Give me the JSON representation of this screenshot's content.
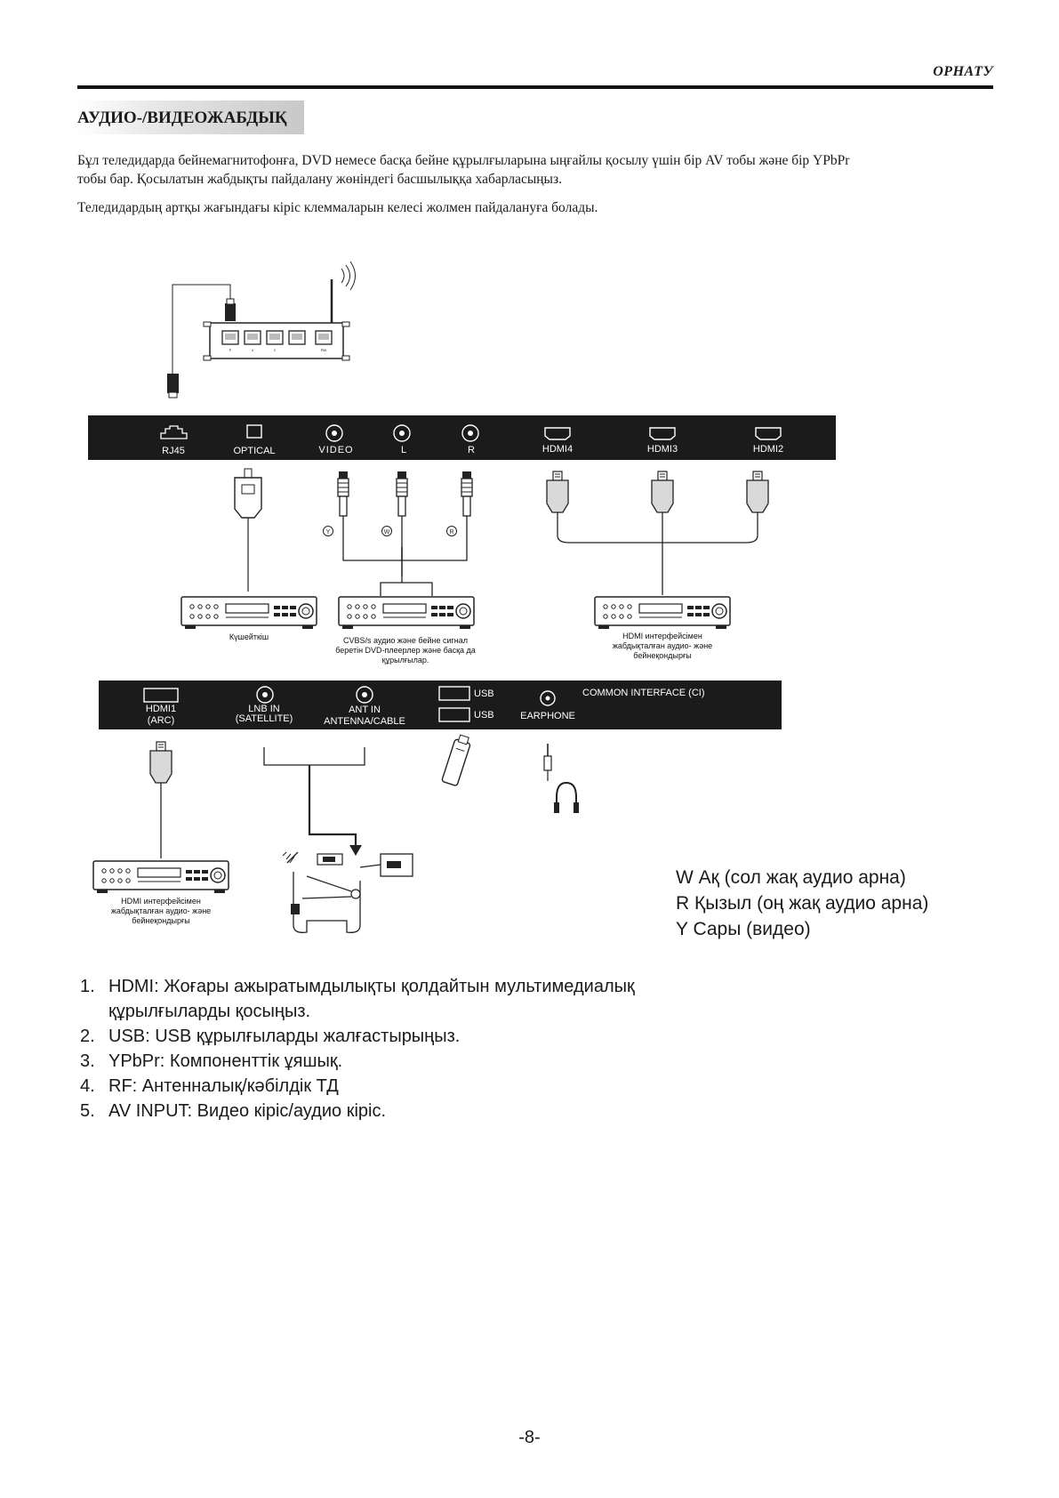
{
  "header": {
    "title": "ОРНАТУ"
  },
  "section": {
    "title": "АУДИО-/ВИДЕОЖАБДЫҚ"
  },
  "paragraphs": {
    "p1_line1": "Бұл теледидарда бейнемагнитофонға, DVD немесе басқа бейне құрылғыларына ыңғайлы қосылу үшін бір AV тобы және бір YPbPr",
    "p1_line2": "тобы бар. Қосылатын жабдықты пайдалану жөніндегі басшылыққа хабарласыңыз.",
    "p2": "Теледидардың артқы жағындағы кіріс клеммаларын келесі жолмен пайдалануға болады."
  },
  "top_panel": {
    "rj45": "RJ45",
    "optical": "OPTICAL",
    "video": "VIDEO",
    "l": "L",
    "r": "R",
    "hdmi4": "HDMI4",
    "hdmi3": "HDMI3",
    "hdmi2": "HDMI2"
  },
  "rca_marks": {
    "y": "Y",
    "w": "W",
    "r": "R"
  },
  "router": {
    "ports": [
      "P",
      "4",
      "2",
      "",
      "RW"
    ]
  },
  "devices": {
    "amplifier": "Күшейткіш",
    "dvd_line1": "CVBS/s аудио және бейне сигнал",
    "dvd_line2": "беретін DVD-плеерлер және басқа да",
    "dvd_line3": "құрылғылар.",
    "hdmi_top_line1": "HDMI интерфейсімен",
    "hdmi_top_line2": "жабдықталған аудио- және",
    "hdmi_top_line3": "бейнеқондырғы",
    "hdmi_bottom_line1": "HDMI интерфейсімен",
    "hdmi_bottom_line2": "жабдықталған аудио- және",
    "hdmi_bottom_line3": "бейнеқондырғы"
  },
  "bottom_panel": {
    "hdmi1_line1": "HDMI1",
    "hdmi1_line2": "(ARC)",
    "lnb_line1": "LNB IN",
    "lnb_line2": "(SATELLITE)",
    "ant_line1": "ANT IN",
    "ant_line2": "ANTENNA/CABLE",
    "usb1": "USB",
    "usb2": "USB",
    "earphone": "EARPHONE",
    "ci": "COMMON  INTERFACE (CI)"
  },
  "legend": {
    "w": "W Ақ (сол жақ аудио арна)",
    "r": "R Қызыл (оң жақ аудио арна)",
    "y": "Y Сары (видео)"
  },
  "list": [
    {
      "num": "1.",
      "line1": "HDMI: Жоғары ажыратымдылықты қолдайтын мультимедиалық",
      "line2": "құрылғыларды қосыңыз."
    },
    {
      "num": "2.",
      "line1": "USB: USB құрылғыларды жалғастырыңыз."
    },
    {
      "num": "3.",
      "line1": "YPbPr: Компоненттік ұяшық."
    },
    {
      "num": "4.",
      "line1": "RF: Антенналық/кәбілдік ТД"
    },
    {
      "num": "5.",
      "line1": "AV INPUT: Видео кіріс/аудио кіріс."
    }
  ],
  "page_number": "-8-"
}
